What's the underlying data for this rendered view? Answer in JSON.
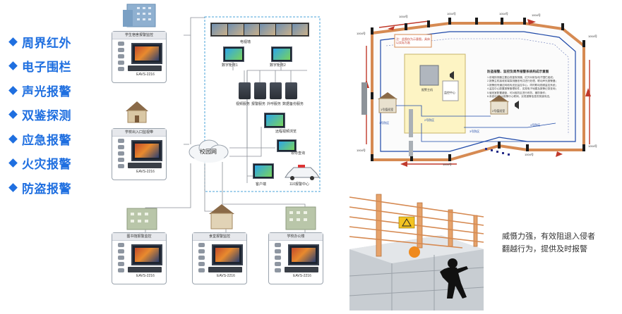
{
  "features": [
    {
      "label": "周界红外"
    },
    {
      "label": "电子围栏"
    },
    {
      "label": "声光报警"
    },
    {
      "label": "双鉴探测"
    },
    {
      "label": "应急报警"
    },
    {
      "label": "火灾报警"
    },
    {
      "label": "防盗报警"
    }
  ],
  "network": {
    "sites": [
      {
        "title": "学生宿舍报警监控",
        "dvr": "EAVS-2216"
      },
      {
        "title": "学校出入口监视带",
        "dvr": "EAVS-2216"
      },
      {
        "title": "图书馆报警监控",
        "dvr": "EAVS-2216"
      },
      {
        "title": "食堂报警监控",
        "dvr": "EAVS-2216"
      },
      {
        "title": "学校办公楼",
        "dvr": "EAVS-2216"
      }
    ],
    "center": {
      "videowall_label": "电视墙",
      "matrix1": "数字矩阵1",
      "matrix2": "数字矩阵2",
      "servers": [
        "视频服务",
        "报警服务",
        "外呼服务",
        "数据备份服务"
      ],
      "remote_client": "远程视频浏览",
      "laptop_client": "领导查询",
      "client": "客户端",
      "police_center": "110报警中心",
      "campus_network": "校园网"
    }
  },
  "plan": {
    "detector_labels": [
      "1004号",
      "1004号",
      "1004号",
      "1004号",
      "1004号",
      "1004号",
      "1004号",
      "1004号",
      "1004号",
      "1004号"
    ],
    "zones": [
      "1号防区",
      "2号防区",
      "3号防区",
      "4号防区"
    ],
    "room_labels": [
      "报警主机",
      "1号值班室",
      "2号值班室",
      "监控中心"
    ],
    "note_box": "注：此图仅为示意图，具体以实际为准",
    "notes_title": "防盗报警、监控及周界报警系统构成示意图",
    "notes": [
      "1.前端探测器主要由双鉴探测器、红外对射及电子围栏组成；",
      "2.报警主机接收前端探测器信号并进行处理，联动声光报警器；",
      "3.报警信号通过网络传送至监控中心，同时联动视频监控系统；",
      "4.监控中心配置报警管理软件，实现电子地图及报警记录查询；",
      "5.值班室配置键盘，可对各防区进行布防、撤防操作；",
      "6.系统可与110报警中心联网，实现报警信息的快速传送。"
    ]
  },
  "fence": {
    "caption_line1": "威慑力强，有效阻退入侵者",
    "caption_line2": "翻越行为，提供及时报警"
  },
  "colors": {
    "accent": "#1f6fe0",
    "fence_orange": "#d68a52",
    "route_blue": "#1d48a8",
    "alarm_red": "#c0392b"
  }
}
